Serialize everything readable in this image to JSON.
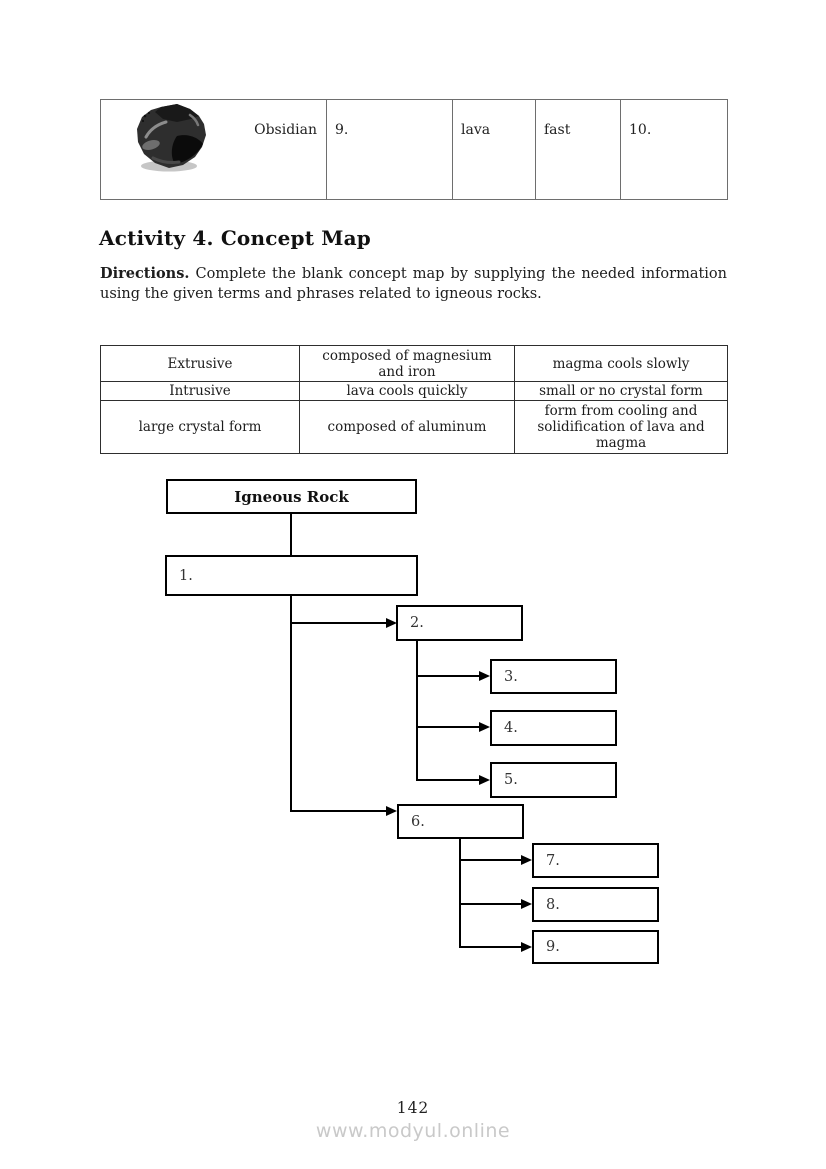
{
  "rock_table": {
    "row": {
      "rock_image": "obsidian-rock-photo",
      "name": "Obsidian",
      "texture_blank": "9.",
      "origin": "lava",
      "cooling_rate": "fast",
      "example_blank": "10."
    }
  },
  "activity": {
    "title": "Activity 4. Concept Map",
    "directions_label": "Directions.",
    "directions_line1": "Complete the blank concept map by supplying the needed information",
    "directions_line2": "using the given terms and phrases related to igneous rocks."
  },
  "terms_table": {
    "rows": [
      [
        "Extrusive",
        "composed of magnesium\nand iron",
        "magma cools slowly"
      ],
      [
        "Intrusive",
        "lava cools quickly",
        "small or no crystal form"
      ],
      [
        "large crystal form",
        "composed of aluminum",
        "form from cooling and\nsolidification of lava and\nmagma"
      ]
    ]
  },
  "concept_map": {
    "root_label": "Igneous Rock",
    "blanks": [
      "1.",
      "2.",
      "3.",
      "4.",
      "5.",
      "6.",
      "7.",
      "8.",
      "9."
    ]
  },
  "footer": {
    "page_number": "142",
    "watermark": "www.modyul.online"
  }
}
